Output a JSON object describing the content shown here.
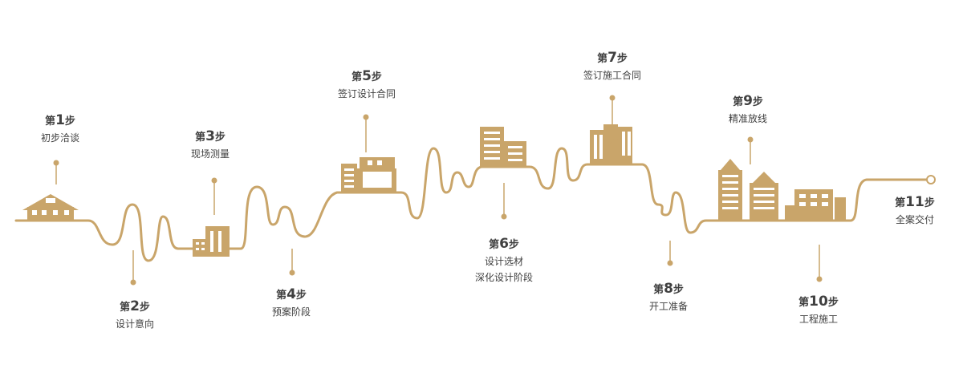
{
  "colors": {
    "path": "#c9a56a",
    "building": "#c9a56a",
    "building_dark": "#b88f4e",
    "window": "#ffffff",
    "text": "#404040"
  },
  "steps": [
    {
      "prefix": "第",
      "num": "1",
      "suffix": "步",
      "lines": [
        "初步洽谈"
      ]
    },
    {
      "prefix": "第",
      "num": "2",
      "suffix": "步",
      "lines": [
        "设计意向"
      ]
    },
    {
      "prefix": "第",
      "num": "3",
      "suffix": "步",
      "lines": [
        "现场测量"
      ]
    },
    {
      "prefix": "第",
      "num": "4",
      "suffix": "步",
      "lines": [
        "预案阶段"
      ]
    },
    {
      "prefix": "第",
      "num": "5",
      "suffix": "步",
      "lines": [
        "签订设计合同"
      ]
    },
    {
      "prefix": "第",
      "num": "6",
      "suffix": "步",
      "lines": [
        "设计选材",
        "深化设计阶段"
      ]
    },
    {
      "prefix": "第",
      "num": "7",
      "suffix": "步",
      "lines": [
        "签订施工合同"
      ]
    },
    {
      "prefix": "第",
      "num": "8",
      "suffix": "步",
      "lines": [
        "开工准备"
      ]
    },
    {
      "prefix": "第",
      "num": "9",
      "suffix": "步",
      "lines": [
        "精准放线"
      ]
    },
    {
      "prefix": "第",
      "num": "10",
      "suffix": "步",
      "lines": [
        "工程施工"
      ]
    },
    {
      "prefix": "第",
      "num": "11",
      "suffix": "步",
      "lines": [
        "全案交付"
      ]
    }
  ]
}
